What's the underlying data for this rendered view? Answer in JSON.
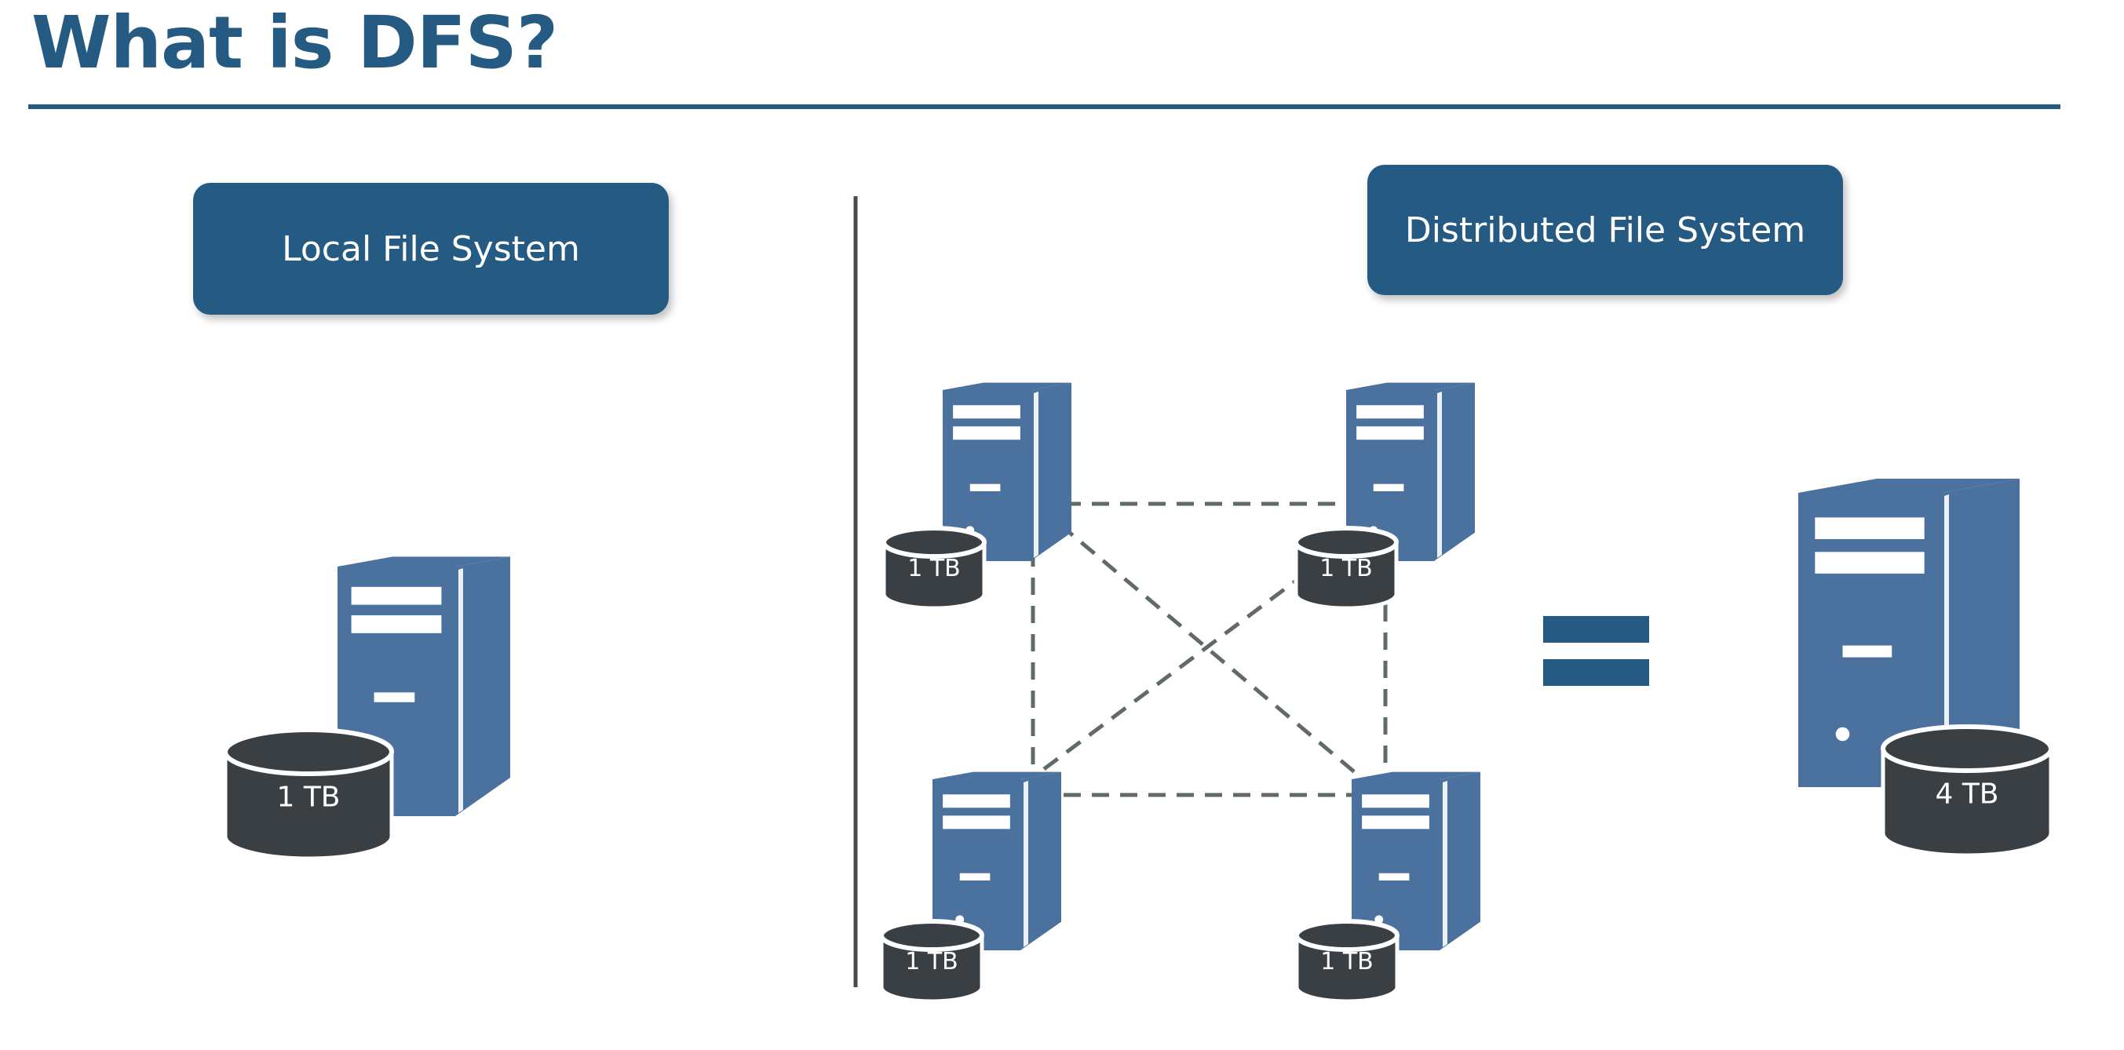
{
  "slide": {
    "title": "What is DFS?",
    "colors": {
      "accent": "#255a82",
      "server_front": "#4b729e",
      "server_side": "#8aa7c6",
      "disk": "#3a3f44",
      "connector": "#5f6b63"
    }
  },
  "local_section": {
    "label": "Local File System",
    "server": {
      "icon": "server-tower-icon",
      "disk_label": "1 TB"
    }
  },
  "distributed_section": {
    "label": "Distributed File System",
    "nodes": [
      {
        "name": "node-top-left",
        "disk_label": "1 TB"
      },
      {
        "name": "node-top-right",
        "disk_label": "1 TB"
      },
      {
        "name": "node-bottom-left",
        "disk_label": "1 TB"
      },
      {
        "name": "node-bottom-right",
        "disk_label": "1 TB"
      }
    ],
    "equals_icon": "equals-sign-icon",
    "combined": {
      "icon": "server-tower-icon",
      "disk_label": "4 TB"
    }
  }
}
